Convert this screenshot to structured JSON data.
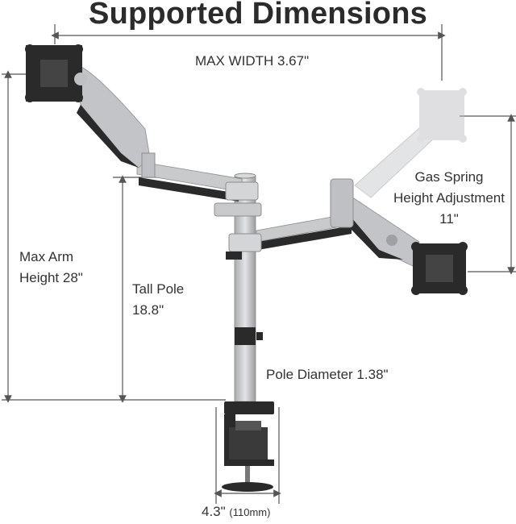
{
  "title": "Supported Dimensions",
  "labels": {
    "max_width": "MAX WIDTH 3.67\"",
    "gas_spring_line1": "Gas Spring",
    "gas_spring_line2": "Height Adjustment",
    "gas_spring_line3": "11\"",
    "max_arm_line1": "Max Arm",
    "max_arm_line2": "Height 28\"",
    "tall_pole_line1": "Tall Pole",
    "tall_pole_line2": "18.8\"",
    "pole_diameter": "Pole Diameter 1.38\"",
    "base_width": "4.3\"",
    "base_width_mm": "(110mm)"
  },
  "colors": {
    "silver": "#c9cacc",
    "silver_dark": "#9a9b9e",
    "black": "#2a2a2a",
    "dim_line": "#555555"
  }
}
